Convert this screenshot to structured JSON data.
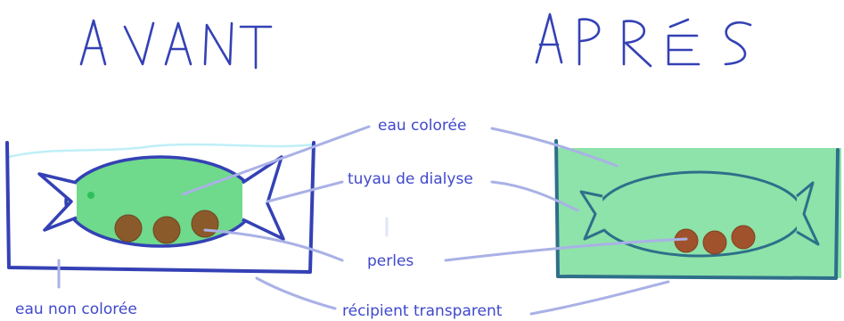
{
  "titles": {
    "before": "AVANT",
    "after": "APRÈS"
  },
  "labels": {
    "colored_water": "eau colorée",
    "dialysis_tubing": "tuyau de dialyse",
    "beads": "perles",
    "uncolored_water": "eau non colorée",
    "transparent_container": "récipient transparent"
  },
  "colors": {
    "ink": "#3441b5",
    "label_text": "#3f48cc",
    "leader_line": "#a9b1e6",
    "green_fill": "#6fd98c",
    "green_water_after": "#8de3a9",
    "bead": "#8b5a2b",
    "bead_after": "#a0522d",
    "water_surface": "#bfeff7"
  }
}
